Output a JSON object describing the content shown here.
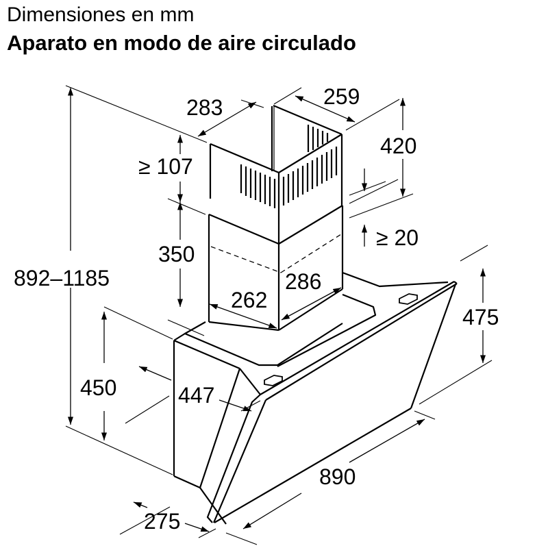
{
  "header": {
    "title": "Dimensiones en mm",
    "subtitle": "Aparato en modo de aire circulado"
  },
  "dimensions": {
    "chimney_depth": "283",
    "chimney_width": "259",
    "upper_clearance": "≥ 107",
    "upper_chimney_height": "420",
    "overlap": "≥ 20",
    "lower_chimney_height": "350",
    "lower_chimney_width": "262",
    "lower_chimney_depth": "286",
    "total_height": "892–1185",
    "hood_height": "450",
    "canopy_height": "475",
    "hood_depth": "447",
    "base_depth": "275",
    "hood_width": "890"
  },
  "colors": {
    "line": "#000000",
    "background": "#ffffff"
  }
}
